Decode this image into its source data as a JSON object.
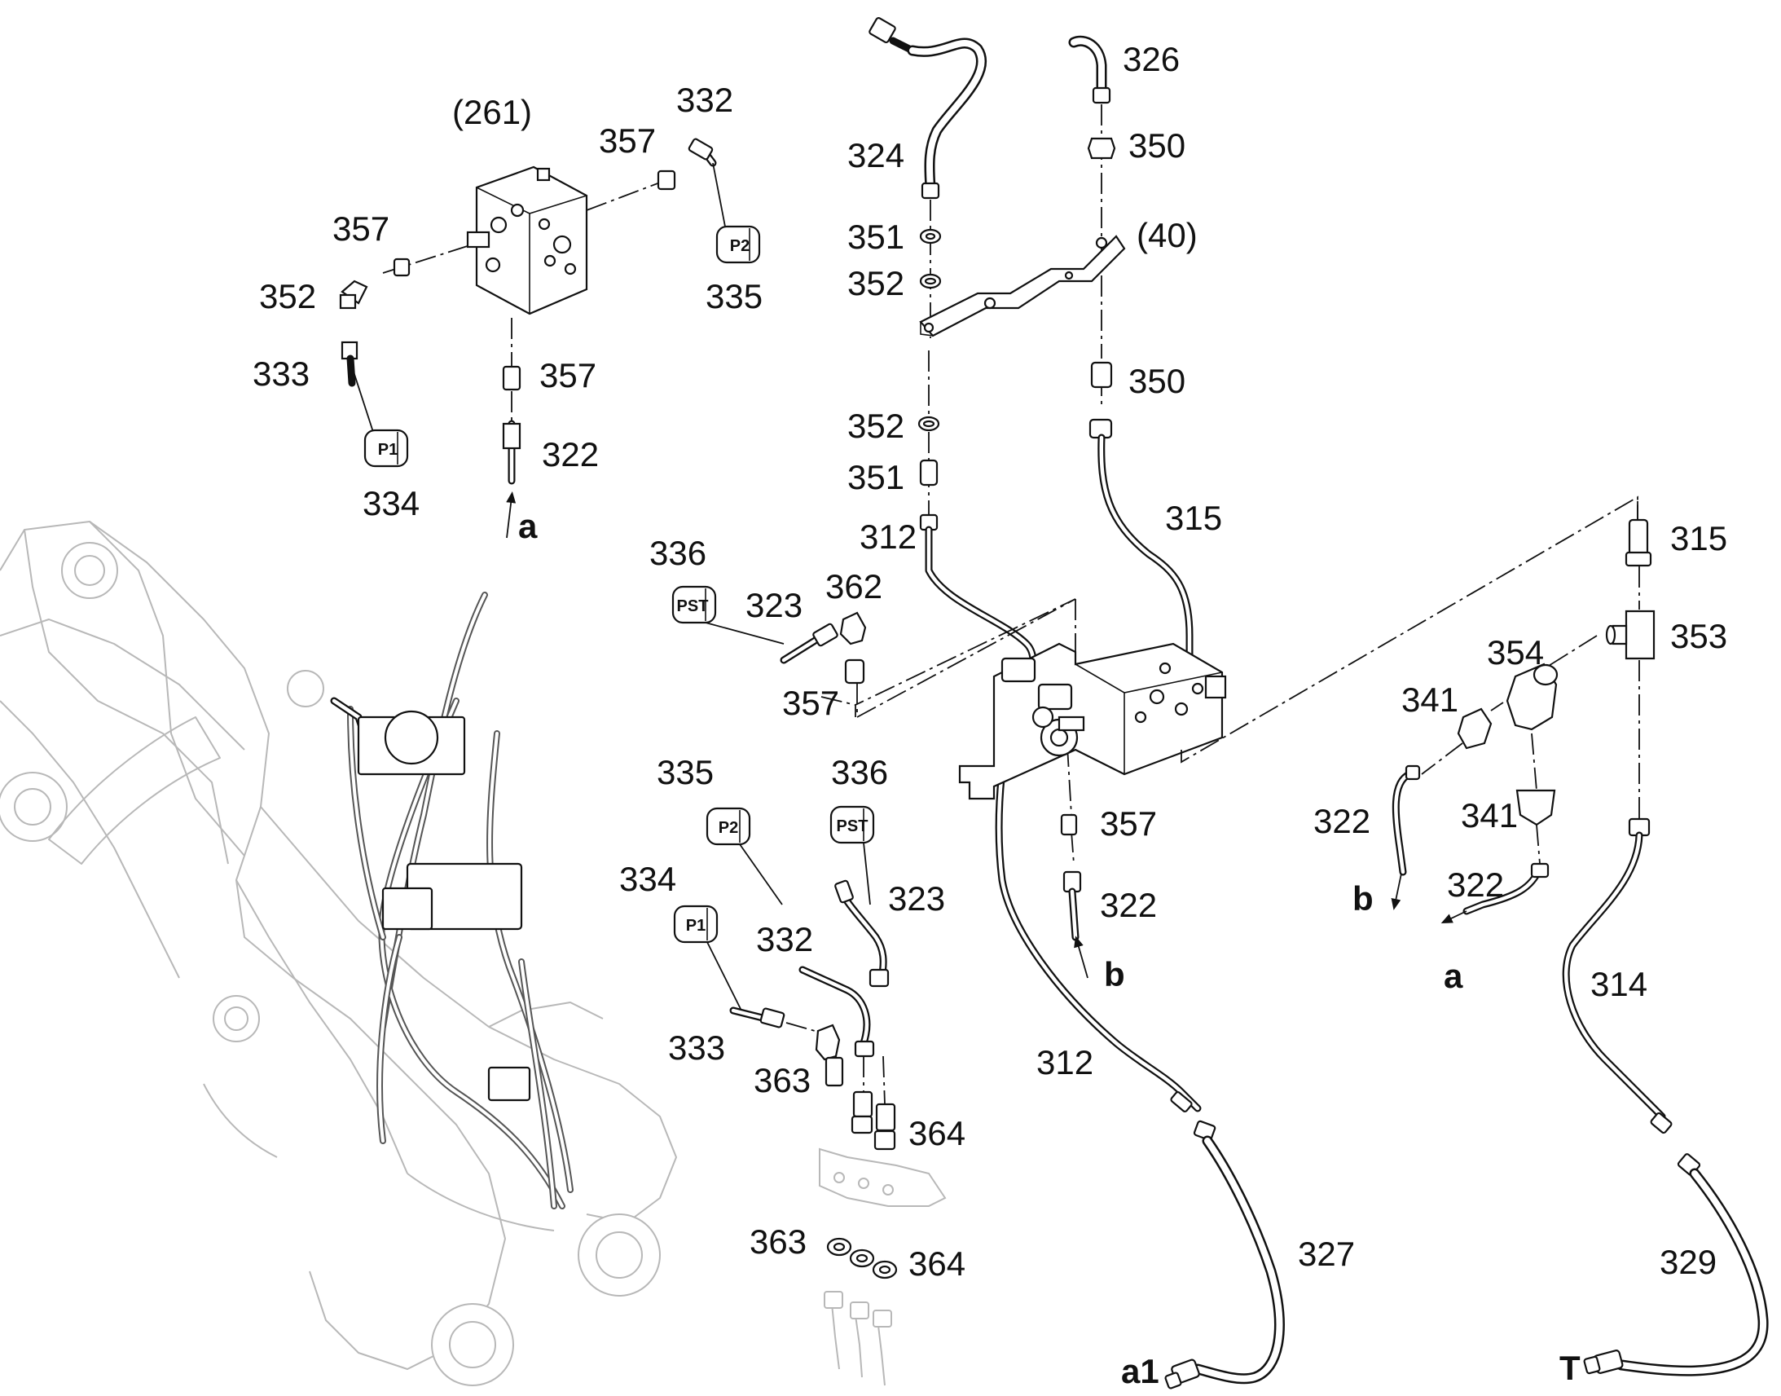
{
  "callouts": {
    "c261": "(261)",
    "c332a": "332",
    "c357a": "357",
    "c357b": "357",
    "c352a": "352",
    "c333a": "333",
    "c334a": "334",
    "c357c": "357",
    "c322a": "322",
    "c335a": "335",
    "c324": "324",
    "c351a": "351",
    "c352b": "352",
    "c326": "326",
    "c350a": "350",
    "c40": "(40)",
    "c350b": "350",
    "c352c": "352",
    "c351b": "351",
    "c312a": "312",
    "c315a": "315",
    "c315b": "315",
    "c336a": "336",
    "c323a": "323",
    "c362": "362",
    "c357d": "357",
    "c353": "353",
    "c354": "354",
    "c341a": "341",
    "c322b": "322",
    "c341b": "341",
    "c322c": "322",
    "c357e": "357",
    "c322d": "322",
    "c335b": "335",
    "c336b": "336",
    "c334b": "334",
    "c323b": "323",
    "c332b": "332",
    "c333b": "333",
    "c363a": "363",
    "c364a": "364",
    "c312b": "312",
    "c314": "314",
    "c327": "327",
    "c329": "329",
    "c363b": "363",
    "c364b": "364"
  },
  "flow_markers": {
    "a_top": "a",
    "b_mid": "b",
    "b_right": "b",
    "a_right": "a",
    "a1": "a1",
    "T": "T"
  },
  "caps": {
    "p1": "P1",
    "p2": "P2",
    "pst": "PST"
  },
  "icons": {
    "flow_arrow": "arrow-icon",
    "cap": "cap-icon"
  }
}
